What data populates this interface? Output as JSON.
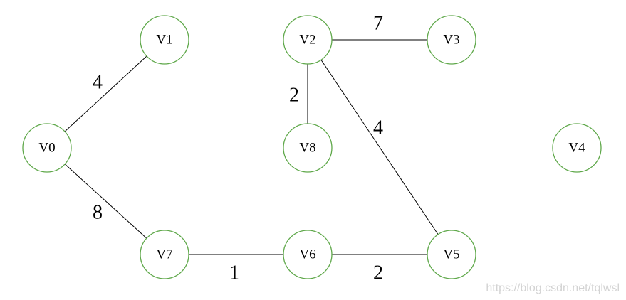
{
  "graph": {
    "nodes": [
      {
        "id": "V0",
        "label": "V0"
      },
      {
        "id": "V1",
        "label": "V1"
      },
      {
        "id": "V2",
        "label": "V2"
      },
      {
        "id": "V3",
        "label": "V3"
      },
      {
        "id": "V4",
        "label": "V4"
      },
      {
        "id": "V5",
        "label": "V5"
      },
      {
        "id": "V6",
        "label": "V6"
      },
      {
        "id": "V7",
        "label": "V7"
      },
      {
        "id": "V8",
        "label": "V8"
      }
    ],
    "edges": [
      {
        "from": "V0",
        "to": "V1",
        "weight": "4"
      },
      {
        "from": "V0",
        "to": "V7",
        "weight": "8"
      },
      {
        "from": "V7",
        "to": "V6",
        "weight": "1"
      },
      {
        "from": "V6",
        "to": "V5",
        "weight": "2"
      },
      {
        "from": "V2",
        "to": "V3",
        "weight": "7"
      },
      {
        "from": "V2",
        "to": "V8",
        "weight": "2"
      },
      {
        "from": "V2",
        "to": "V5",
        "weight": "4"
      }
    ],
    "colors": {
      "node_stroke": "#5fa84a",
      "edge": "#000000",
      "watermark": "#d3d3d3"
    }
  },
  "watermark": "https://blog.csdn.net/tqlwsl"
}
